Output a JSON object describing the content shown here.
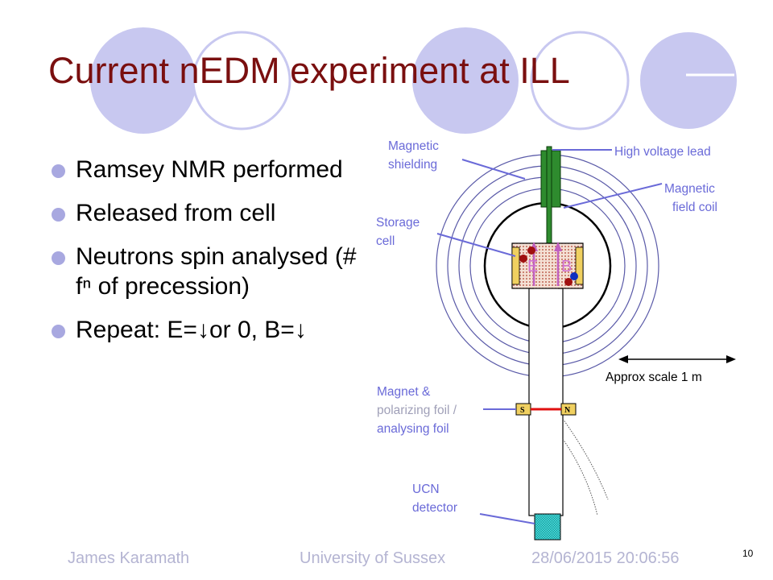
{
  "slide": {
    "title": "Current nEDM experiment at ILL",
    "bullets": [
      "Ramsey NMR performed",
      "Released from cell",
      "Neutrons spin analysed (# fⁿ of precession)",
      "Repeat: E=↓or 0, B=↓"
    ],
    "footer": {
      "author": "James Karamath",
      "institution": "University of Sussex",
      "datetime": "28/06/2015 20:06:56",
      "page": "10"
    }
  },
  "diagram": {
    "labels": {
      "magnetic_shielding": [
        "Magnetic",
        "shielding"
      ],
      "high_voltage_lead": "High voltage lead",
      "magnetic_field_coil": [
        "Magnetic",
        "field coil"
      ],
      "storage_cell": [
        "Storage",
        "cell"
      ],
      "magnet_foil": [
        "Magnet &",
        "polarizing foil /",
        "analysing foil"
      ],
      "ucn_detector": [
        "UCN",
        "detector"
      ],
      "scale": "Approx scale 1 m",
      "field_e": "E",
      "field_b": "B",
      "magnet_s": "S",
      "magnet_n": "N"
    },
    "colors": {
      "title": "#7a0f0f",
      "label_blue": "#6a6ad8",
      "decor_circle": "#c8c8f0",
      "bullet": "#a8a8e0",
      "hv_green": "#2e8b2e",
      "magnet_red": "#e01010",
      "cell_fill": "#e8c8b8",
      "detector": "#40d8d8"
    }
  }
}
